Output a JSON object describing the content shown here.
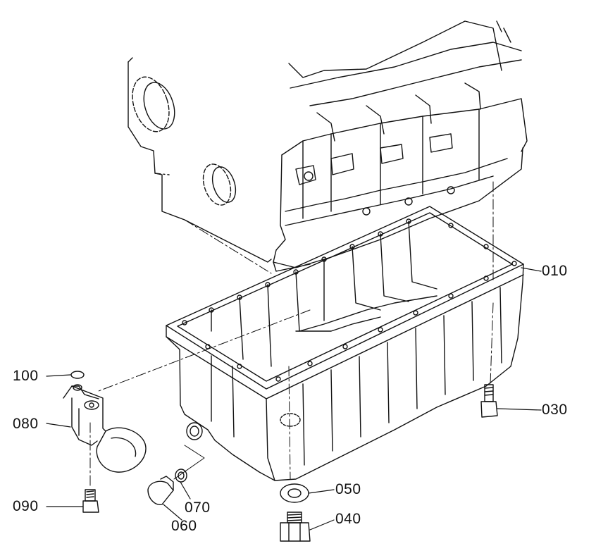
{
  "callouts": {
    "p010": "010",
    "p030": "030",
    "p040": "040",
    "p050": "050",
    "p060": "060",
    "p070": "070",
    "p080": "080",
    "p090": "090",
    "p100": "100"
  },
  "colors": {
    "line": "#111111",
    "background": "#ffffff"
  }
}
